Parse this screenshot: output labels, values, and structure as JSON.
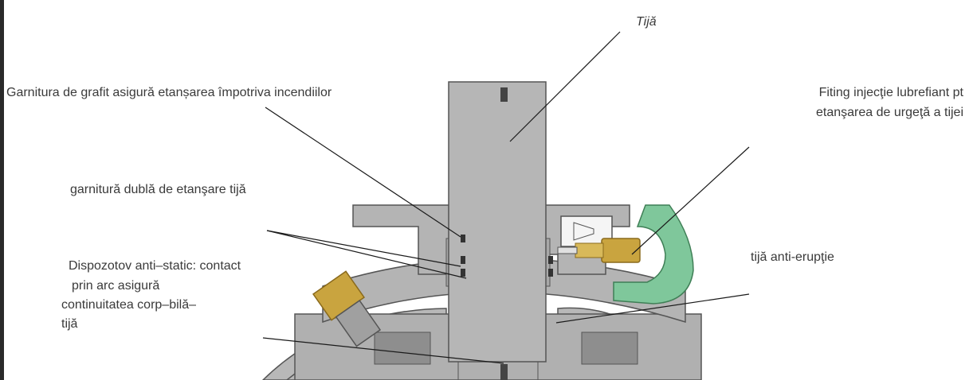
{
  "labels": {
    "stem": "Tijă",
    "graphite_gasket": "Garnitura de grafit asigură etanșarea împotriva incendiilor",
    "lubricant_fitting_line1": "Fiting injecţie lubrefiant pt",
    "lubricant_fitting_line2": "etanşarea de urgeţă a tijei",
    "double_stem_seal": "garnitură dublă de etanşare tijă",
    "anti_static_line1": "Dispozotov anti–static:  contact",
    "anti_static_line2": "prin arc asigură",
    "anti_static_line3": "continuitatea corp–bilă–",
    "anti_static_line4": "tijă",
    "anti_blowout_stem": "tijă anti-erupţie"
  },
  "colors": {
    "metal": "#b4b4b4",
    "metal_dark": "#8e8e8e",
    "outline": "#555555",
    "brass": "#c9a43f",
    "brass_dark": "#8a6a1c",
    "green_bracket": "#7fc79b",
    "leader_line": "#1a1a1a"
  }
}
